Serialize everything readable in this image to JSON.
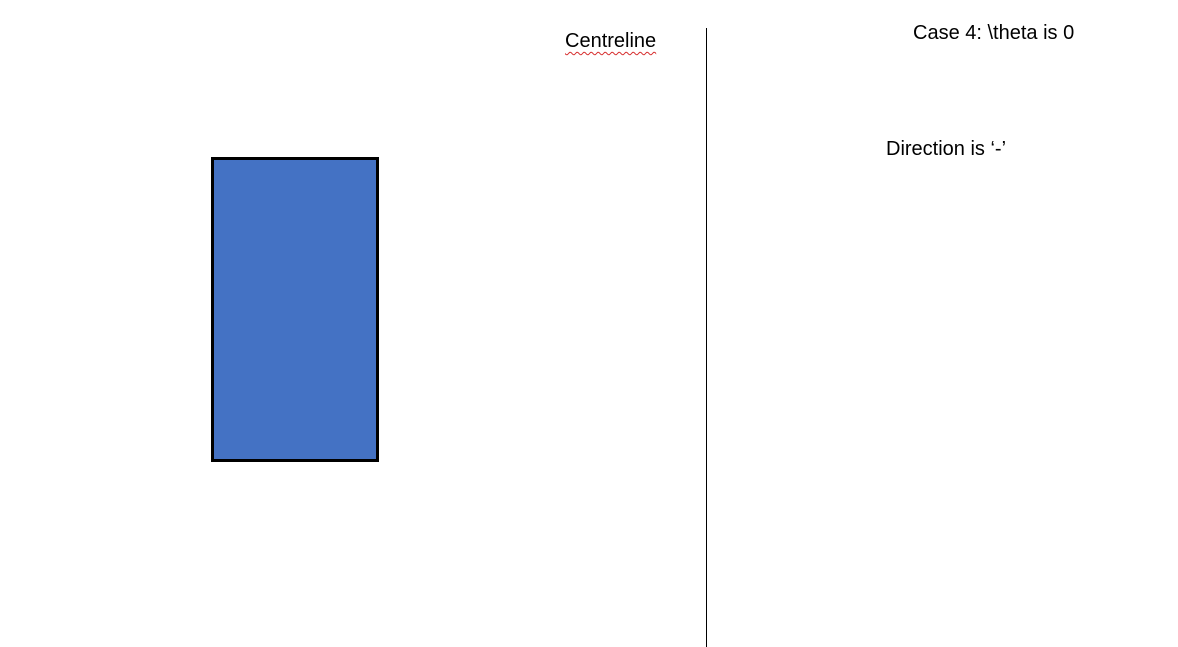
{
  "diagram": {
    "centreline_label": "Centreline",
    "case_title": "Case 4: \\theta is 0",
    "direction_label": "Direction is ‘-’",
    "block_color": "#4472c4",
    "block_border_color": "#000000",
    "spellcheck_underline_color": "#d62b2b"
  }
}
